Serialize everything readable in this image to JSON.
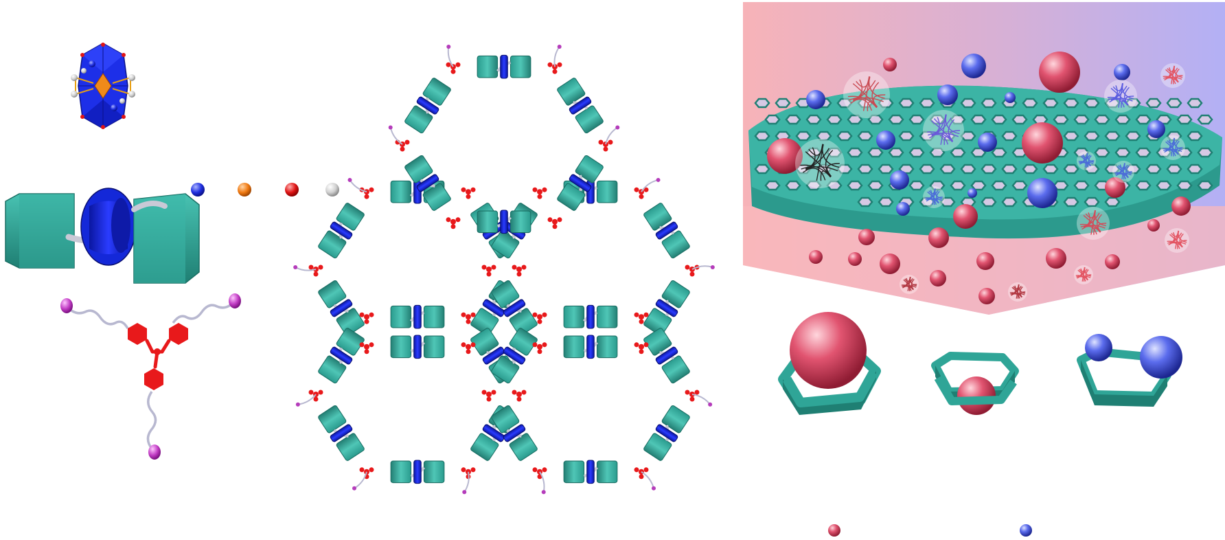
{
  "figure": {
    "panels": [
      {
        "id": "building-blocks",
        "items": [
          "polyoxometalate-cluster",
          "atom-legend",
          "rotaxane-unit",
          "tripodal-linker"
        ]
      },
      {
        "id": "honeycomb-network",
        "items": [
          "hexagonal-framework"
        ]
      },
      {
        "id": "membrane-separation",
        "items": [
          "porous-membrane",
          "size-selectivity-examples",
          "particle-legend"
        ]
      }
    ],
    "atom_legend": {
      "colors": [
        "#1f2fe0",
        "#f07a12",
        "#e01515",
        "#d0d0d0"
      ],
      "icons": [
        "blue-atom-icon",
        "orange-atom-icon",
        "red-atom-icon",
        "gray-atom-icon"
      ]
    },
    "particle_legend": {
      "colors": [
        "#d84a66",
        "#5d6ee8"
      ],
      "icons": [
        "red-sphere-icon",
        "blue-sphere-icon"
      ]
    },
    "colors": {
      "teal": "#2fa597",
      "teal_dark": "#1f7f73",
      "macrocycle_blue": "#1428d8",
      "linker_red": "#e8191b",
      "pink_sphere": "#d84a66",
      "blue_sphere": "#5d6ee8",
      "gradient_left": "#f7b3b8",
      "gradient_right": "#b3b0f5"
    }
  }
}
